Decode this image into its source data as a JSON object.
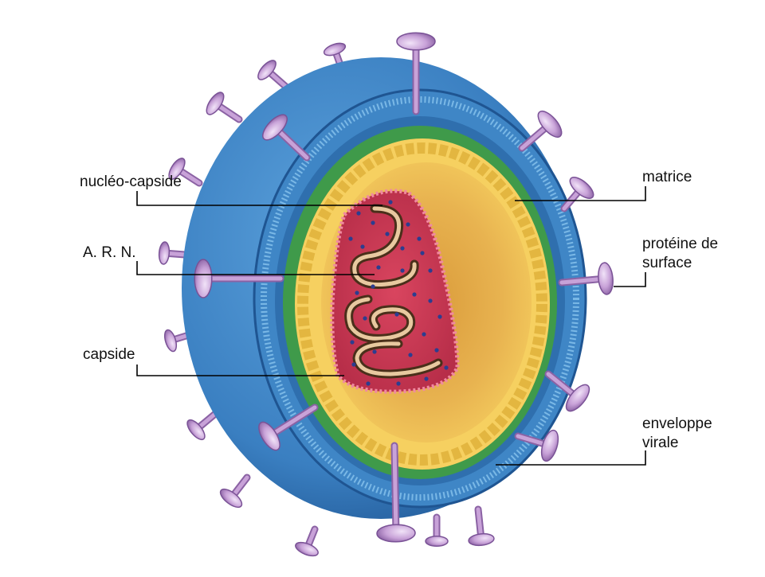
{
  "labels": {
    "nucleocapside": "nucléo-capside",
    "arn": "A. R. N.",
    "capside": "capside",
    "matrice": "matrice",
    "proteine_line1": "protéine de",
    "proteine_line2": "surface",
    "enveloppe_line1": "enveloppe",
    "enveloppe_line2": "virale"
  },
  "colors": {
    "envelope": "#3a7fc1",
    "envelope_dark": "#1f5592",
    "membrane_green": "#3f9a4a",
    "matrix": "#f2c54a",
    "matrix_inner": "#e8a94a",
    "capsid": "#e2566e",
    "capsid_inner": "#c9364f",
    "rna": "#6b4a2b",
    "spike": "#c8a2d8",
    "spike_dark": "#8b62a4",
    "leader": "#000000"
  }
}
